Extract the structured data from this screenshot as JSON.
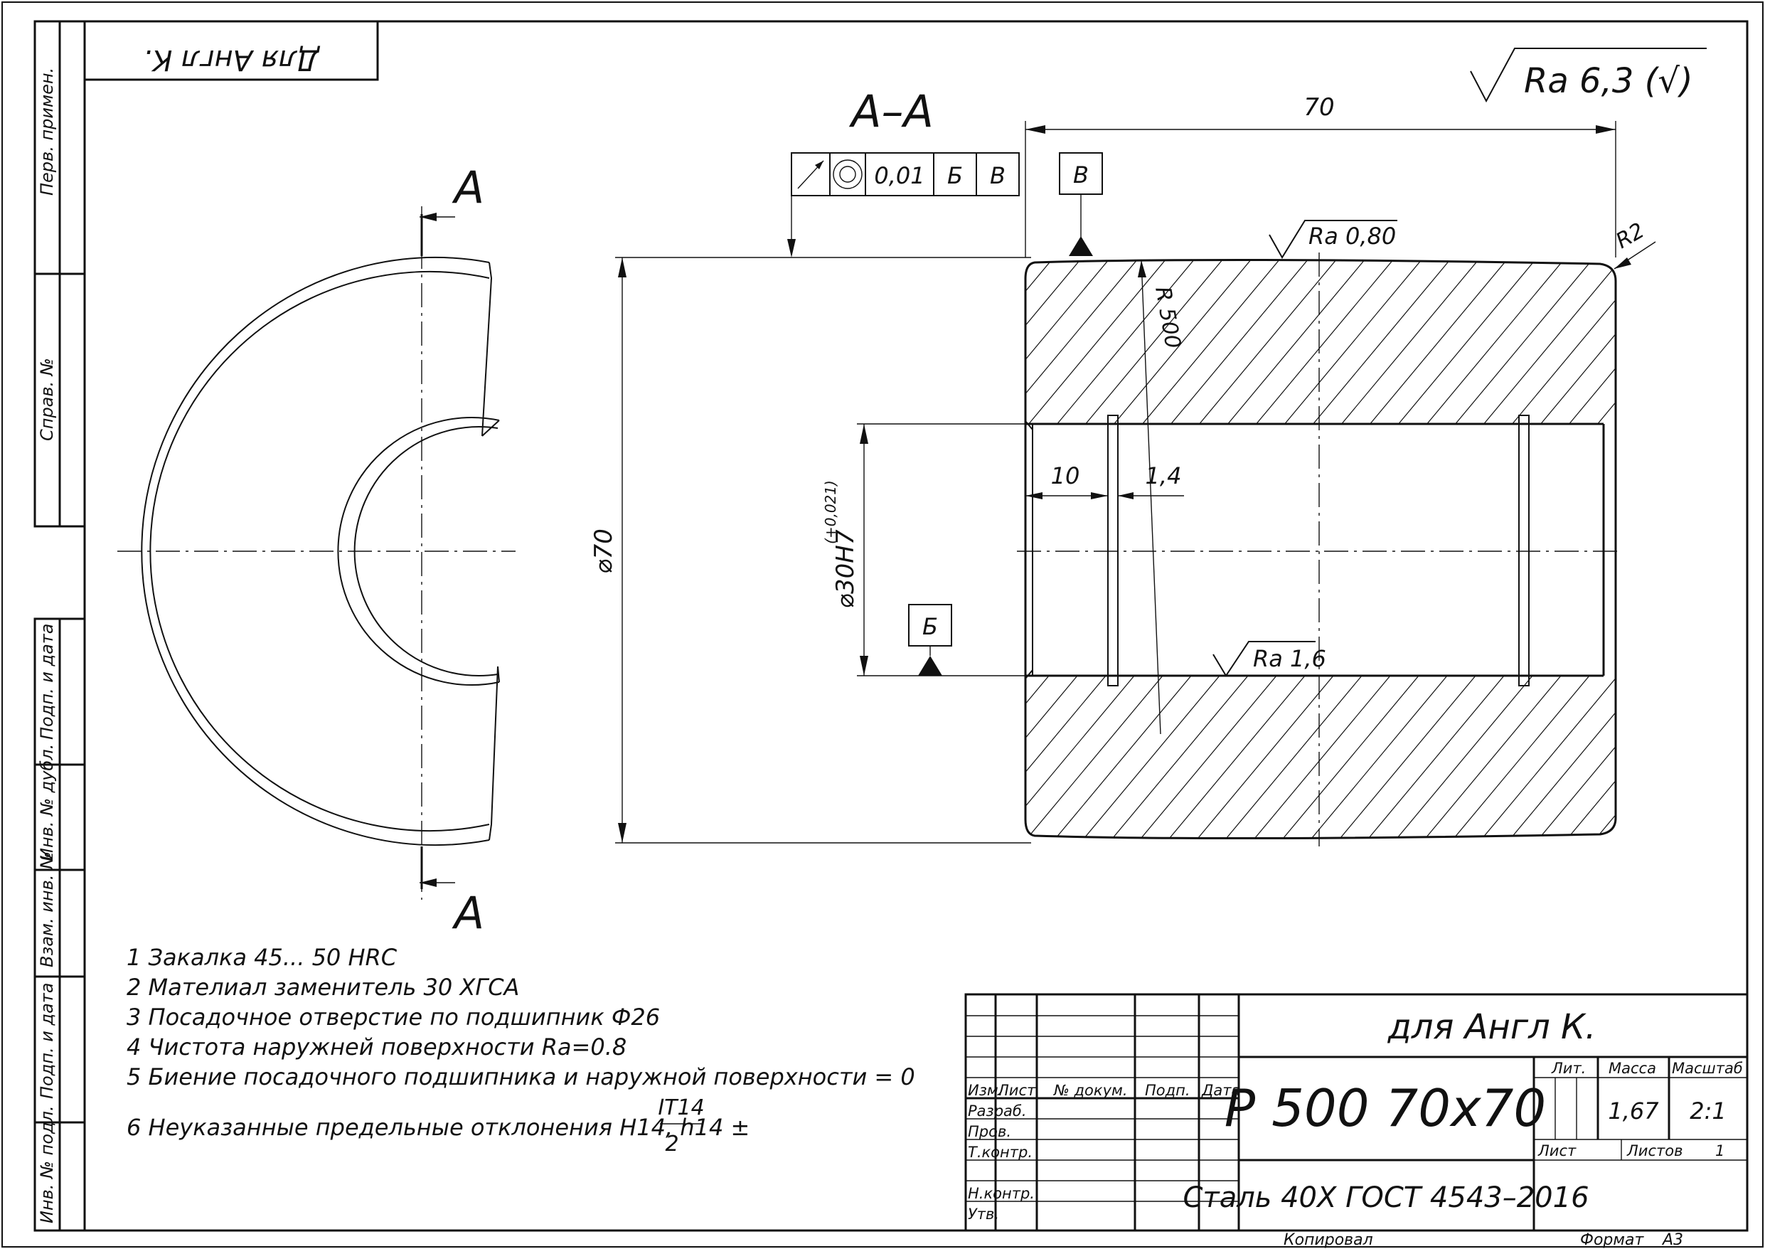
{
  "sheet": {
    "top_box_label": "Для Англ К.",
    "format_label": "Формат",
    "format_value": "A3",
    "copied_label": "Копировал"
  },
  "side_columns": [
    "Перв. примен.",
    "Справ. №",
    "Подп. и дата",
    "Инв. № дубл.",
    "Взам. инв. №",
    "Подп. и дата",
    "Инв. № подл."
  ],
  "views": {
    "section_label": "А–А",
    "cut_letter_top": "А",
    "cut_letter_bottom": "А"
  },
  "dimensions": {
    "length": "70",
    "outer_diameter": "⌀70",
    "bore": "⌀30H7",
    "bore_tolerance": "(+0,021)",
    "groove_offset": "10",
    "groove_width": "1,4",
    "crown_radius": "R 500",
    "edge_radius": "R2"
  },
  "roughness": {
    "general": "Ra 6,3 (√)",
    "outer": "Ra 0,80",
    "bore": "Ra 1,6"
  },
  "tolerance_frame": {
    "value": "0,01",
    "datum1": "Б",
    "datum2": "В"
  },
  "datums": {
    "top": "В",
    "bottom": "Б"
  },
  "notes": [
    "1 Закалка 45... 50 HRC",
    "2 Мателиал заменитель 30 ХГСА",
    "3 Посадочное отверстие по подшипник Ф26",
    "4  Чистота наружней поверхности Ra=0.8",
    "5 Биение посадочного подшипника и наружной поверхности = 0"
  ],
  "note6": {
    "text": "6  Неуказанные предельные отклонения Н14, h14 ±",
    "numerator": "IT14",
    "denominator": "2"
  },
  "title_block": {
    "doc_title": "для Англ К.",
    "designation": "Р 500  70х70",
    "material": "Сталь 40Х ГОСТ 4543–2016",
    "col_izm": "Изм.",
    "col_list": "Лист",
    "col_doc": "№ докум.",
    "col_sign": "Подп.",
    "col_date": "Дата",
    "row_razrab": "Разраб.",
    "row_prov": "Пров.",
    "row_tkontr": "Т.контр.",
    "row_nkontr": "Н.контр.",
    "row_utv": "Утв.",
    "lit_label": "Лит.",
    "mass_label": "Масса",
    "scale_label": "Масштаб",
    "mass_value": "1,67",
    "scale_value": "2:1",
    "sheet_label": "Лист",
    "sheets_label": "Листов",
    "sheets_value": "1"
  }
}
